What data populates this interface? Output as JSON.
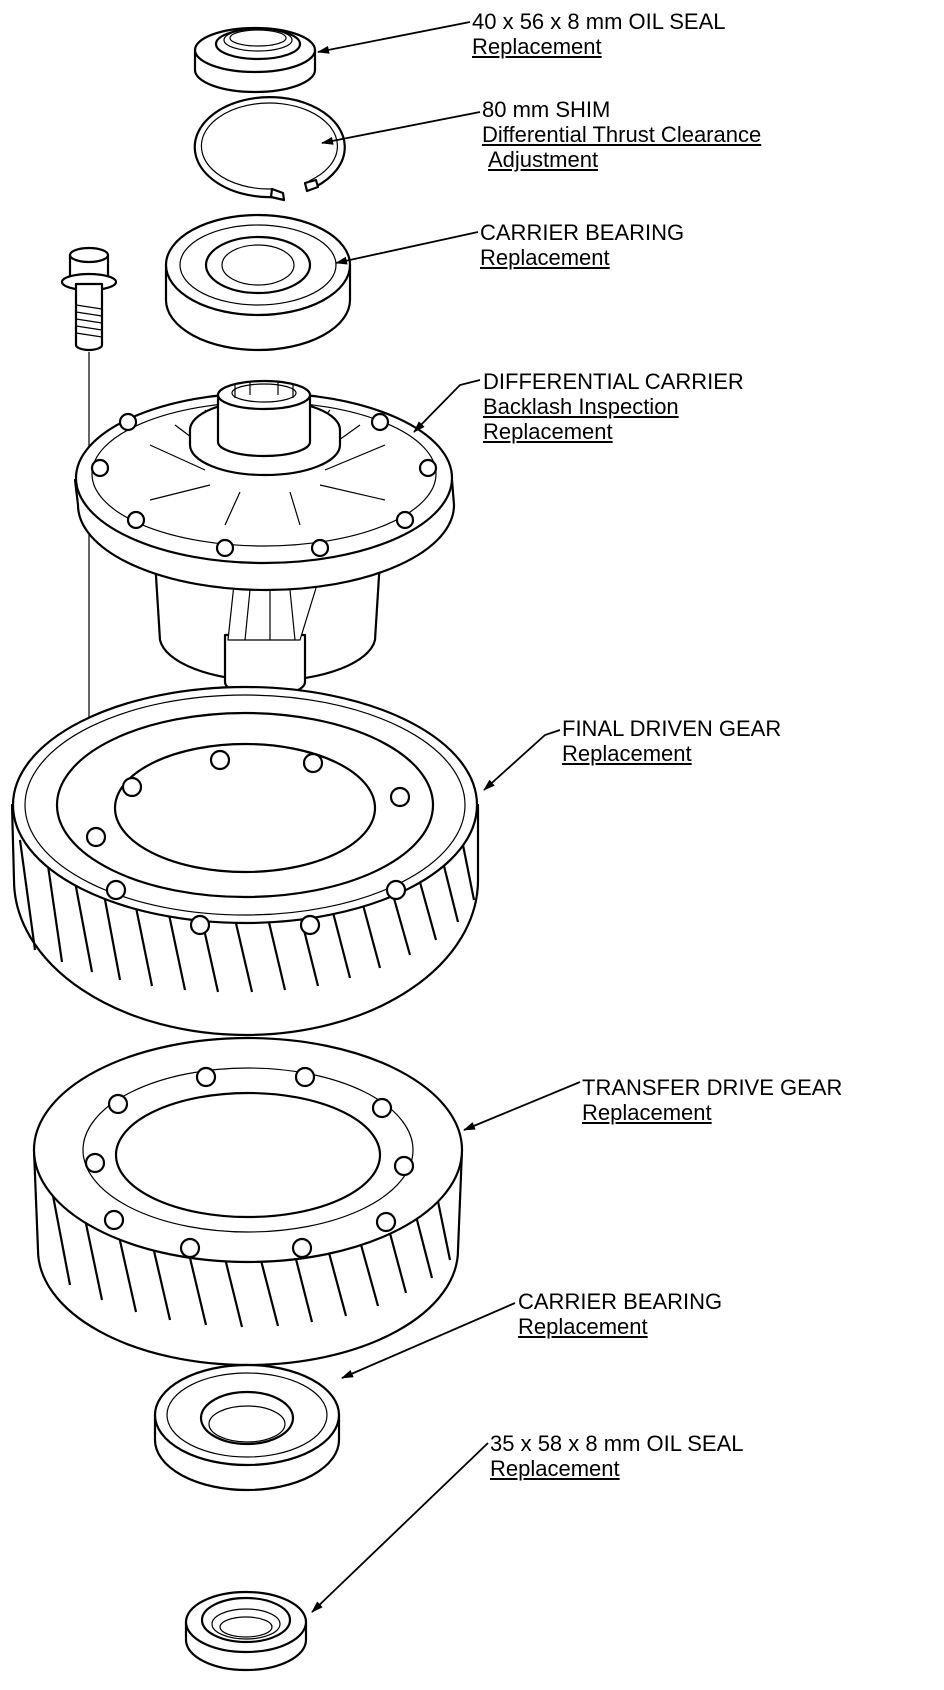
{
  "callouts": {
    "oil_seal_top": {
      "name": "40 x 56 x 8 mm OIL SEAL",
      "action": "Replacement"
    },
    "shim": {
      "name": "80 mm SHIM",
      "action": "Differential Thrust Clearance",
      "action2": "Adjustment"
    },
    "carrier_bearing_top": {
      "name": "CARRIER BEARING",
      "action": "Replacement"
    },
    "differential_carrier": {
      "name": "DIFFERENTIAL CARRIER",
      "action": "Backlash Inspection",
      "action2": "Replacement"
    },
    "final_driven_gear": {
      "name": "FINAL DRIVEN GEAR",
      "action": "Replacement"
    },
    "transfer_drive_gear": {
      "name": "TRANSFER DRIVE GEAR",
      "action": "Replacement"
    },
    "carrier_bearing_bottom": {
      "name": "CARRIER BEARING",
      "action": "Replacement"
    },
    "oil_seal_bottom": {
      "name": "35 x 58 x 8 mm OIL SEAL",
      "action": "Replacement"
    }
  }
}
